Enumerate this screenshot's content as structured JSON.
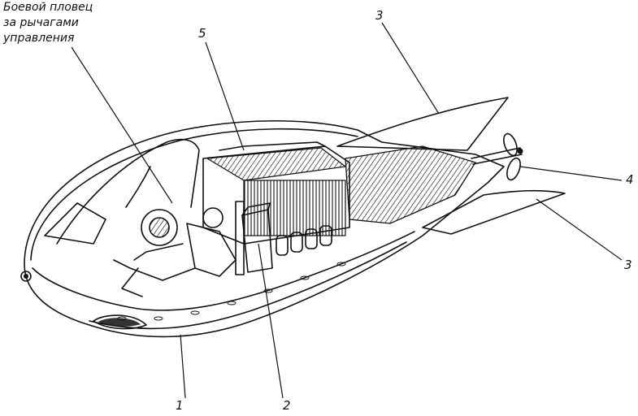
{
  "caption_lines": [
    "Боевой пловец",
    "за рычагами",
    "управления"
  ],
  "labels": {
    "hull": "1",
    "battery": "2",
    "fin_top": "3",
    "fin_bottom": "3",
    "propeller": "4",
    "engine": "5"
  }
}
